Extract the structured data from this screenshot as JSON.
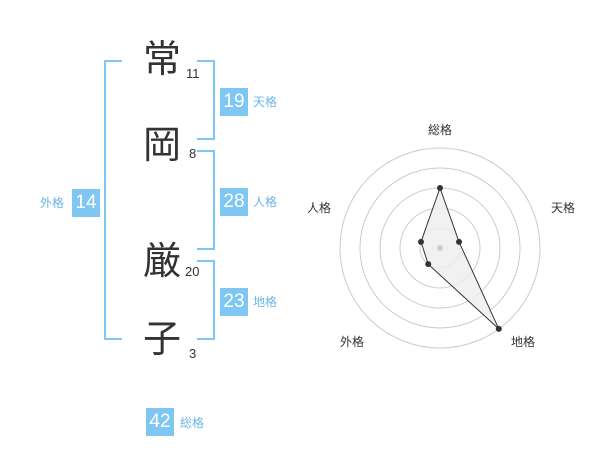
{
  "name": {
    "characters": [
      {
        "char": "常",
        "strokes": "11"
      },
      {
        "char": "岡",
        "strokes": "8"
      },
      {
        "char": "厳",
        "strokes": "20"
      },
      {
        "char": "子",
        "strokes": "3"
      }
    ]
  },
  "fortunes": {
    "tenkaku": {
      "label": "天格",
      "value": "19"
    },
    "jinkaku": {
      "label": "人格",
      "value": "28"
    },
    "chikaku": {
      "label": "地格",
      "value": "23"
    },
    "gaikaku": {
      "label": "外格",
      "value": "14"
    },
    "soukaku": {
      "label": "総格",
      "value": "42"
    }
  },
  "radar": {
    "labels": {
      "top": "総格",
      "right": "天格",
      "bottom_right": "地格",
      "bottom_left": "外格",
      "left": "人格"
    },
    "levels": 5,
    "scores": {
      "soukaku": 3,
      "tenkaku": 1,
      "chikaku": 5,
      "gaikaku": 1,
      "jinkaku": 1
    },
    "colors": {
      "grid": "#cccccc",
      "fill": "#eeeeee",
      "line": "#333333",
      "point": "#333333"
    }
  }
}
